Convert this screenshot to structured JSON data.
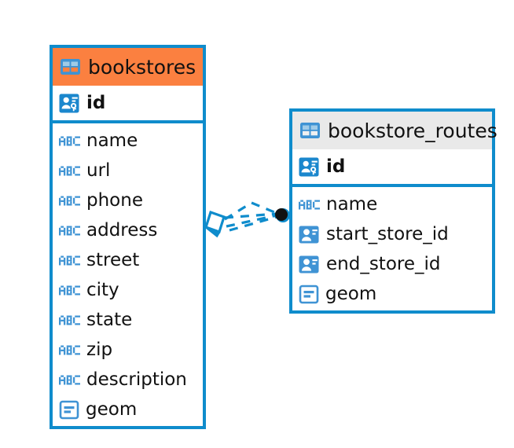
{
  "diagram": {
    "type": "entity-relationship-diagram",
    "colors": {
      "border_blue": "#0f8ccc",
      "icon_blue": "#3f93d4",
      "header_orange": "#fb8040",
      "header_gray": "#e9e9e9",
      "text": "#111111",
      "connector_blue": "#0f8ccc"
    },
    "entities": [
      {
        "name": "bookstores",
        "header_style": "orange",
        "table_icon": "table-icon",
        "keys": [
          {
            "label": "id",
            "icon": "primary-key-icon",
            "bold": true
          }
        ],
        "fields": [
          {
            "label": "name",
            "icon": "abc-icon"
          },
          {
            "label": "url",
            "icon": "abc-icon"
          },
          {
            "label": "phone",
            "icon": "abc-icon"
          },
          {
            "label": "address",
            "icon": "abc-icon"
          },
          {
            "label": "street",
            "icon": "abc-icon"
          },
          {
            "label": "city",
            "icon": "abc-icon"
          },
          {
            "label": "state",
            "icon": "abc-icon"
          },
          {
            "label": "zip",
            "icon": "abc-icon"
          },
          {
            "label": "description",
            "icon": "abc-icon"
          },
          {
            "label": "geom",
            "icon": "geometry-icon"
          }
        ]
      },
      {
        "name": "bookstore_routes",
        "header_style": "gray",
        "table_icon": "table-icon",
        "keys": [
          {
            "label": "id",
            "icon": "primary-key-icon",
            "bold": true
          }
        ],
        "fields": [
          {
            "label": "name",
            "icon": "abc-icon"
          },
          {
            "label": "start_store_id",
            "icon": "foreign-key-icon"
          },
          {
            "label": "end_store_id",
            "icon": "foreign-key-icon"
          },
          {
            "label": "geom",
            "icon": "geometry-icon"
          }
        ]
      }
    ],
    "relationship": {
      "source_entity": "bookstores",
      "target_entity": "bookstore_routes",
      "line_style": "dashed",
      "source_marker": "zero-or-one-diamond",
      "target_marker": "crows-foot-many"
    }
  }
}
